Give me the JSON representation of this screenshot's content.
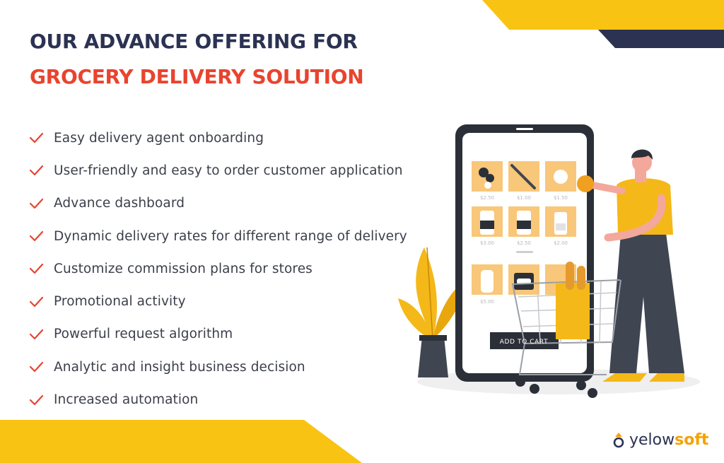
{
  "heading": {
    "line1": "OUR ADVANCE OFFERING FOR",
    "line2": "GROCERY DELIVERY SOLUTION"
  },
  "features": [
    "Easy delivery agent onboarding",
    "User-friendly and easy to order customer application",
    "Advance dashboard",
    "Dynamic delivery rates for different range of delivery",
    "Customize commission plans for stores",
    "Promotional activity",
    "Powerful request algorithm",
    "Analytic and insight  business decision",
    "Increased automation"
  ],
  "phone": {
    "prices": [
      "$2.50",
      "$1.00",
      "$1.50",
      "$3.00",
      "$2.50",
      "$2.00",
      "$5.00"
    ],
    "add_to_cart": "ADD TO CART"
  },
  "brand": {
    "part1": "yelow",
    "part2": "soft"
  },
  "colors": {
    "navy": "#2b3252",
    "red": "#e8442f",
    "yellow": "#f9c313",
    "check": "#e8442f"
  }
}
